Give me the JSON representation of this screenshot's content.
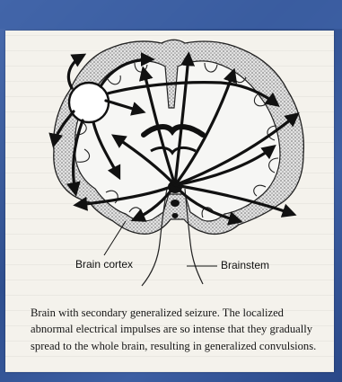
{
  "figure": {
    "labels": {
      "cortex": "Brain cortex",
      "brainstem": "Brainstem"
    },
    "caption": "Brain with secondary generalized seizure. The localized abnormal electrical impulses are so intense that they gradually spread to the whole brain, resulting in generalized convulsions."
  },
  "colors": {
    "background": "#3a5a9c",
    "page": "#f4f2ec",
    "ink": "#111111"
  }
}
